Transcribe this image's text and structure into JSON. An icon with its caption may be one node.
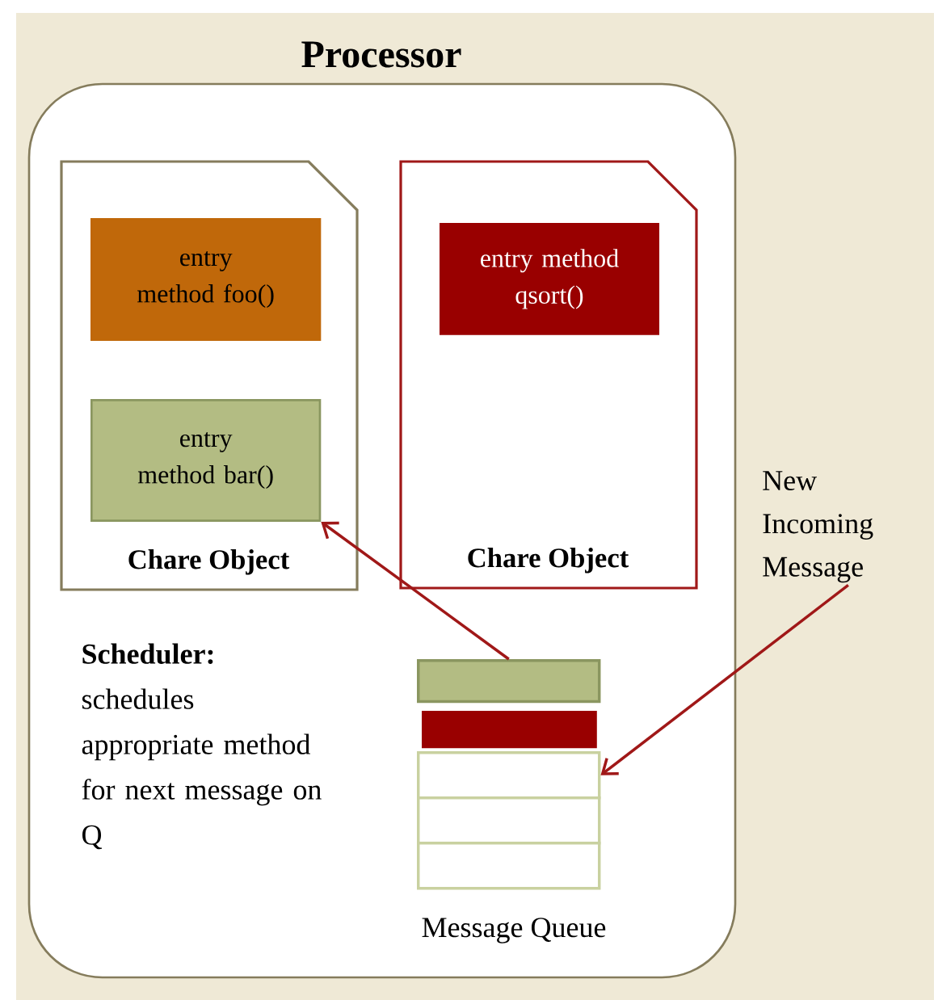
{
  "diagram": {
    "nodes": [
      {
        "text": [
          "Processor"
        ]
      },
      {
        "text": [
          "Chare Object"
        ],
        "in": 0
      },
      {
        "text": [
          "entry method foo()"
        ],
        "in": 1
      },
      {
        "text": [
          "entry method bar()"
        ],
        "in": 1
      },
      {
        "text": [
          "Chare Object"
        ],
        "in": 0
      },
      {
        "text": [
          "entry method qsort()"
        ],
        "in": 4
      },
      {
        "text": [],
        "shape": "bar",
        "in": 0
      },
      {
        "text": [],
        "shape": "bar",
        "in": 0
      },
      {
        "text": [],
        "shape": "box",
        "in": 0
      },
      {
        "text": [],
        "shape": "box",
        "in": 0
      },
      {
        "text": [],
        "shape": "box",
        "in": 0
      },
      {
        "text": [
          "New Incoming Message"
        ]
      }
    ],
    "edges": [
      {
        "from": 6,
        "to": 3,
        "arrow": "to"
      },
      {
        "from": 11,
        "to": 8,
        "arrow": "to"
      }
    ],
    "labels": [
      "**Scheduler:** schedules appropriate method for next message on Q",
      "Message Queue"
    ]
  }
}
